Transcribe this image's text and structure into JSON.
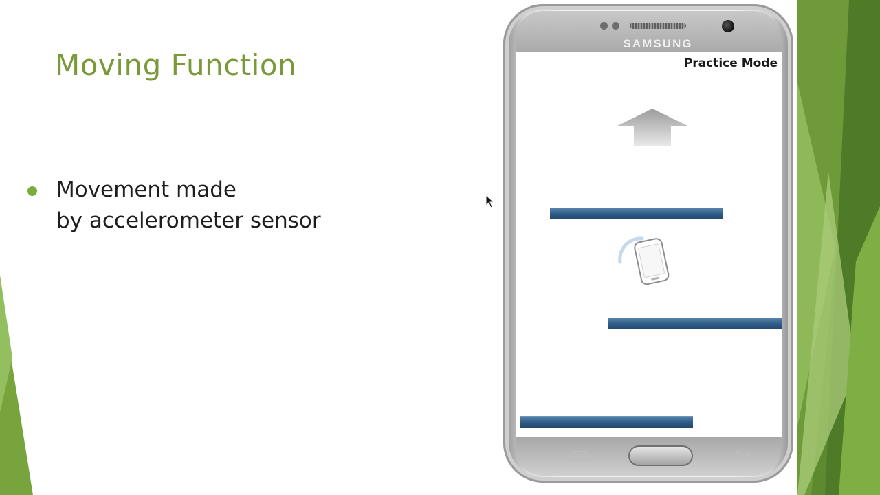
{
  "slide": {
    "title": "Moving Function",
    "bullet_lines": [
      "Movement made",
      "by accelerometer sensor"
    ]
  },
  "phone": {
    "brand": "SAMSUNG",
    "screen": {
      "mode_label": "Practice Mode"
    }
  },
  "icons": {
    "arrow": "up-arrow-icon",
    "player": "rotating-phone-icon",
    "cursor": "mouse-cursor-icon",
    "home": "home-button",
    "recents": "recent-apps-icon",
    "back": "back-icon"
  },
  "colors": {
    "title": "#7a9a3a",
    "bullet": "#7aab3d",
    "platform": "#2f5c86",
    "accent_green": "#5e8a2e"
  }
}
